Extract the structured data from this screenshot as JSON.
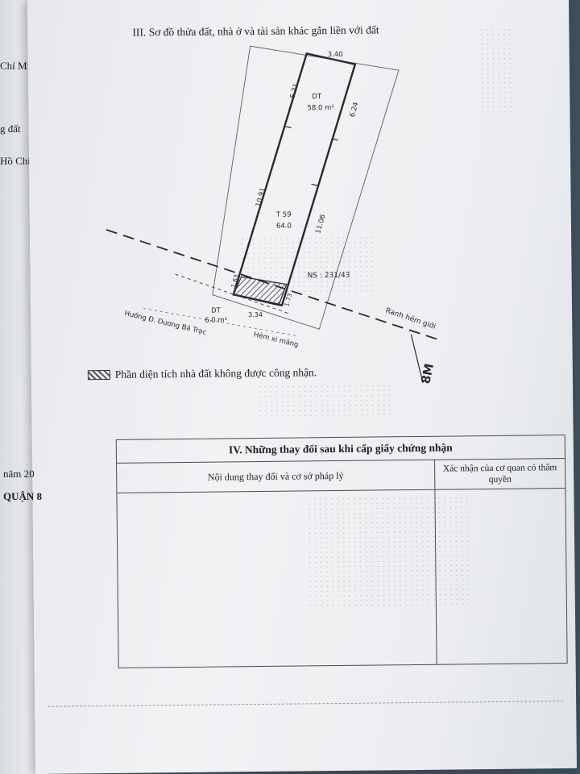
{
  "left_page": {
    "lines": [
      "Chí Minh",
      "g đất",
      "Hồ Chí Minh",
      "năm 20",
      "QUẬN 8"
    ]
  },
  "section_title": "III. Sơ đồ thửa đất, nhà ở và tài sản khác gắn liền với đất",
  "plan": {
    "dimensions": {
      "top_width": "3.40",
      "left_upper": "6.21",
      "right_upper": "6.24",
      "left_lower": "10.91",
      "right_lower": "11.06",
      "front_left": "1.63",
      "front_right": "1.73",
      "front_width": "3.34"
    },
    "area_main_label": "DT",
    "area_main_value": "58.0 m²",
    "parcel_label": "T 59",
    "parcel_value": "64.0",
    "ns_label": "NS : 231/43",
    "area_front_label": "DT",
    "area_front_value": "6.0 m²",
    "road_label": "Hướng Đ. Dương Bá Trạc",
    "alley_label": "Hẻm xi măng",
    "boundary_label": "Ranh hẻm giới",
    "width_label": "8M"
  },
  "legend": {
    "text": "Phần diện tích nhà đất không được công nhận."
  },
  "changes_table": {
    "title": "IV. Những thay đổi sau khi cấp giấy chứng nhận",
    "col_content": "Nội dung thay đổi và cơ sở pháp lý",
    "col_confirm": "Xác nhận của cơ quan có thẩm quyền"
  },
  "colors": {
    "ink": "#1e1e22",
    "paper": "#eceef1",
    "background": "#3d4f5c"
  }
}
